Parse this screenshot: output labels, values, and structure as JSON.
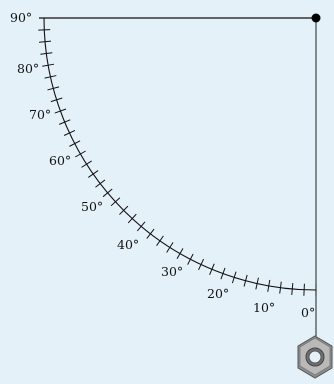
{
  "quadrant": {
    "labels": [
      {
        "angle": 90,
        "text": "90°"
      },
      {
        "angle": 80,
        "text": "80°"
      },
      {
        "angle": 70,
        "text": "70°"
      },
      {
        "angle": 60,
        "text": "60°"
      },
      {
        "angle": 50,
        "text": "50°"
      },
      {
        "angle": 40,
        "text": "40°"
      },
      {
        "angle": 30,
        "text": "30°"
      },
      {
        "angle": 20,
        "text": "20°"
      },
      {
        "angle": 10,
        "text": "10°"
      },
      {
        "angle": 0,
        "text": "0°"
      }
    ],
    "tick_step_degrees": 2.5,
    "line_color": "#111111",
    "background": "#e4f1f9",
    "plumb_bob": "hex-nut-icon"
  }
}
